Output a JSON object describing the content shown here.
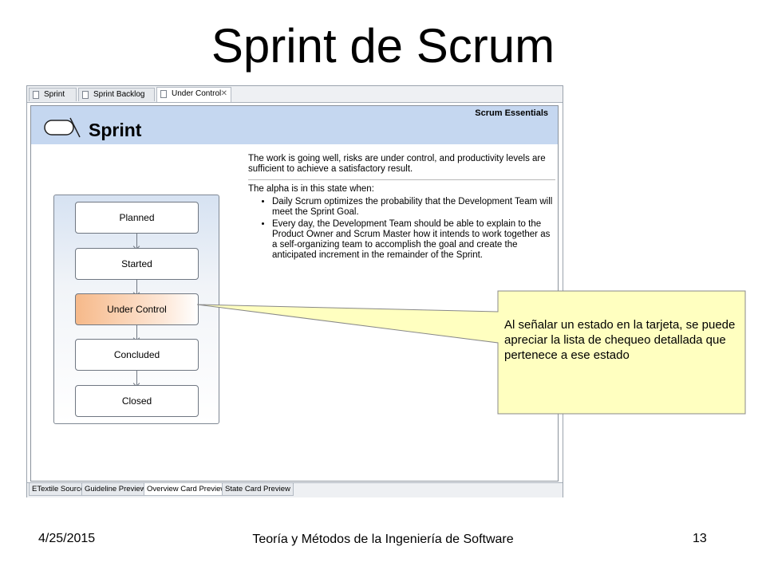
{
  "slide": {
    "title": "Sprint de Scrum",
    "footer": {
      "date": "4/25/2015",
      "course": "Teoría y Métodos de la Ingeniería de Software",
      "page": "13"
    }
  },
  "editor": {
    "tabs": [
      {
        "label": "Sprint",
        "active": false
      },
      {
        "label": "Sprint Backlog",
        "active": false
      },
      {
        "label": "Under Control",
        "active": true
      }
    ],
    "bottom_tabs": [
      {
        "label": "ETextile Source",
        "active": false
      },
      {
        "label": "Guideline Preview",
        "active": false
      },
      {
        "label": "Overview Card Preview",
        "active": true
      },
      {
        "label": "State Card Preview",
        "active": false
      }
    ]
  },
  "card": {
    "title": "Sprint",
    "kind": "Scrum Essentials",
    "states": [
      "Planned",
      "Started",
      "Under Control",
      "Concluded",
      "Closed"
    ],
    "current_state": "Under Control",
    "description": {
      "intro": "The work is going well, risks are under control, and productivity levels are sufficient to achieve a satisfactory result.",
      "lead": "The alpha is in this state when:",
      "items": [
        "Daily Scrum optimizes the probability that the Development Team will meet the Sprint Goal.",
        "Every day, the Development Team should be able to explain to the Product Owner and Scrum Master how it intends to work together as a self-organizing team to accomplish the goal and create the anticipated increment in the remainder of the Sprint."
      ]
    }
  },
  "callout": {
    "text": "Al señalar un estado en la tarjeta, se puede apreciar la lista de chequeo detallada que pertenece a ese estado",
    "fill": "#ffffc0"
  },
  "colors": {
    "header_bg": "#c5d7f0",
    "current_state": "#f6b98a"
  }
}
